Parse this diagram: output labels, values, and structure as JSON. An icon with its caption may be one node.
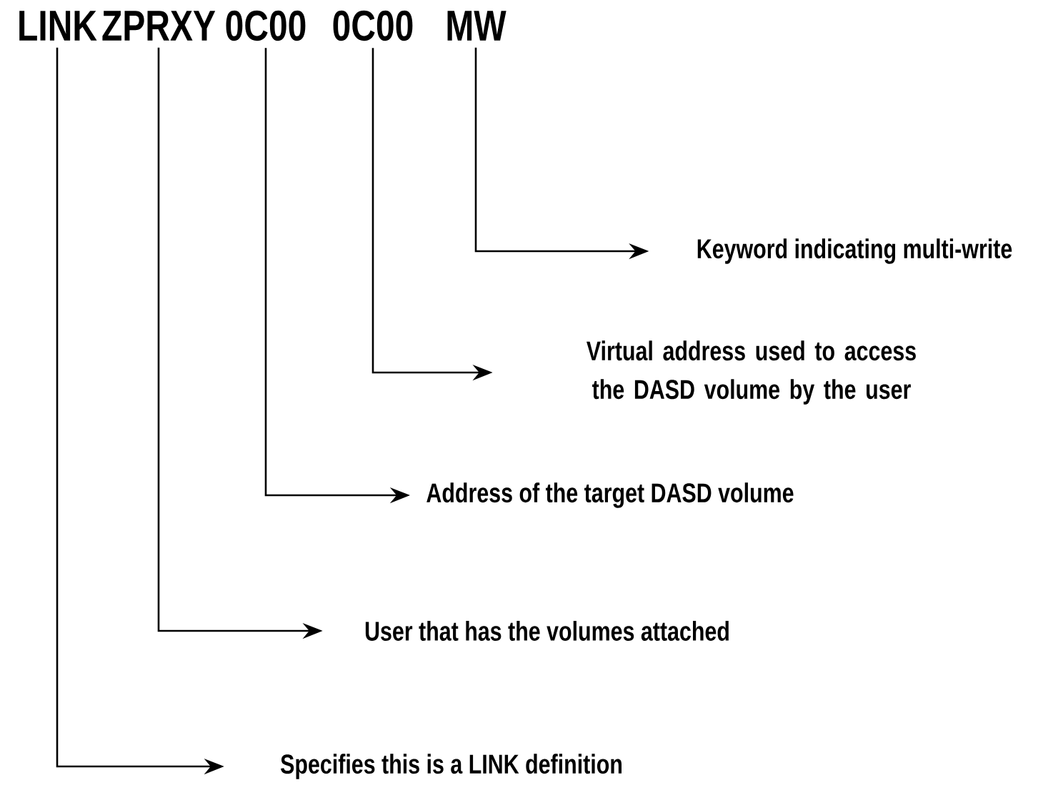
{
  "diagram": {
    "nodes": [
      {
        "text": [
          "LINK"
        ]
      },
      {
        "text": [
          "ZPRXY"
        ]
      },
      {
        "text": [
          "0C00"
        ]
      },
      {
        "text": [
          "0C00"
        ]
      },
      {
        "text": [
          "MW"
        ]
      },
      {
        "text": [
          "Keyword indicating multi-write"
        ]
      },
      {
        "text": [
          "Virtual address used to access the DASD volume by the user"
        ]
      },
      {
        "text": [
          "Address of the target DASD volume"
        ]
      },
      {
        "text": [
          "User that has the volumes attached"
        ]
      },
      {
        "text": [
          "Specifies this is a LINK definition"
        ]
      }
    ],
    "edges": [
      {
        "from": 4,
        "to": 5,
        "arrow": "to"
      },
      {
        "from": 3,
        "to": 6,
        "arrow": "to"
      },
      {
        "from": 2,
        "to": 7,
        "arrow": "to"
      },
      {
        "from": 1,
        "to": 8,
        "arrow": "to"
      },
      {
        "from": 0,
        "to": 9,
        "arrow": "to"
      }
    ]
  }
}
